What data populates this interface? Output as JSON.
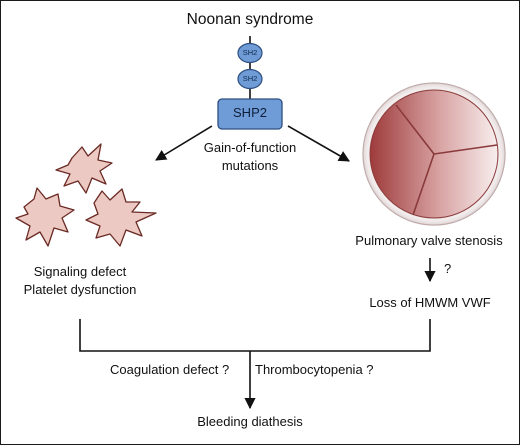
{
  "title": "Noonan syndrome",
  "protein": {
    "domain_top": "SH2",
    "domain_bottom": "SH2",
    "name": "SHP2"
  },
  "mutation_label": [
    "Gain-of-function",
    "mutations"
  ],
  "platelet_branch": {
    "effects": [
      "Signaling defect",
      "Platelet dysfunction"
    ]
  },
  "valve_branch": {
    "finding": "Pulmonary valve stenosis",
    "uncertain_mark": "?",
    "consequence": "Loss of HMWM VWF"
  },
  "converging": {
    "left": "Coagulation defect ?",
    "right": "Thrombocytopenia ?"
  },
  "outcome": "Bleeding diathesis",
  "colors": {
    "domain_fill": "#6f9bd6",
    "domain_stroke": "#2d4f80",
    "platelet_fill": "#ecc9c3",
    "platelet_stroke": "#6b2a24",
    "valve_dark": "#9e3b3b",
    "valve_light": "#f8eeee"
  }
}
